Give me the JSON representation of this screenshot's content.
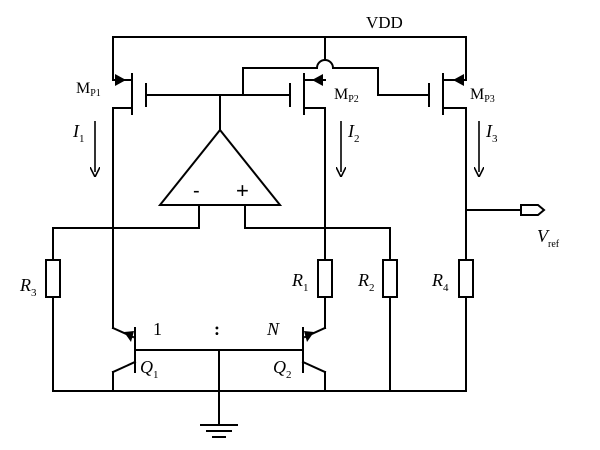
{
  "supply": {
    "label": "VDD"
  },
  "transistors": {
    "mp1": {
      "main": "M",
      "sub": "P1"
    },
    "mp2": {
      "main": "M",
      "sub": "P2"
    },
    "mp3": {
      "main": "M",
      "sub": "P3"
    },
    "q1": {
      "main": "Q",
      "sub": "1"
    },
    "q2": {
      "main": "Q",
      "sub": "2"
    }
  },
  "currents": {
    "i1": {
      "main": "I",
      "sub": "1"
    },
    "i2": {
      "main": "I",
      "sub": "2"
    },
    "i3": {
      "main": "I",
      "sub": "3"
    }
  },
  "resistors": {
    "r1": {
      "main": "R",
      "sub": "1"
    },
    "r2": {
      "main": "R",
      "sub": "2"
    },
    "r3": {
      "main": "R",
      "sub": "3"
    },
    "r4": {
      "main": "R",
      "sub": "4"
    }
  },
  "opamp": {
    "minus": "-",
    "plus": "+"
  },
  "ratio": {
    "left": "1",
    "sep": ":",
    "right": "N"
  },
  "output": {
    "main": "V",
    "sub": "ref"
  }
}
